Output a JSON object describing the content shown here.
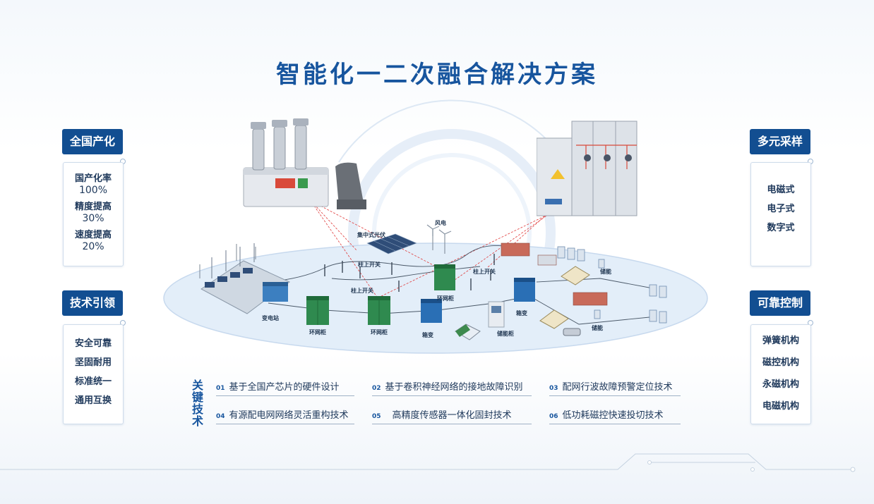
{
  "title": "智能化一二次融合解决方案",
  "left_panels": [
    {
      "tag": "全国产化",
      "items": [
        {
          "label": "国产化率",
          "value": "100%"
        },
        {
          "label": "精度提高",
          "value": "30%"
        },
        {
          "label": "速度提高",
          "value": "20%"
        }
      ]
    },
    {
      "tag": "技术引领",
      "items": [
        "安全可靠",
        "坚固耐用",
        "标准统一",
        "通用互换"
      ]
    }
  ],
  "right_panels": [
    {
      "tag": "多元采样",
      "items": [
        "电磁式",
        "电子式",
        "数字式"
      ]
    },
    {
      "tag": "可靠控制",
      "items": [
        "弹簧机构",
        "磁控机构",
        "永磁机构",
        "电磁机构"
      ]
    }
  ],
  "diagram_labels": {
    "substation": "变电站",
    "ring_main_1": "环网柜",
    "ring_main_2": "环网柜",
    "ring_main_3": "环网柜",
    "box_transformer_1": "箱变",
    "box_transformer_2": "箱变",
    "storage_cabinet": "储能柜",
    "storage_1": "储能",
    "storage_2": "储能",
    "pole_switch_1": "柱上开关",
    "pole_switch_2": "柱上开关",
    "pole_switch_3": "柱上开关",
    "solar": "集中式光伏",
    "wind": "风电"
  },
  "key_tech": {
    "heading": "关键技术",
    "items": [
      {
        "num": "01",
        "text": "基于全国产芯片的硬件设计"
      },
      {
        "num": "02",
        "text": "基于卷积神经网络的接地故障识别"
      },
      {
        "num": "03",
        "text": "配网行波故障预警定位技术"
      },
      {
        "num": "04",
        "text": "有源配电网网络灵活重构技术"
      },
      {
        "num": "05",
        "text": "高精度传感器一体化固封技术"
      },
      {
        "num": "06",
        "text": "低功耗磁控快速投切技术"
      }
    ]
  },
  "colors": {
    "brand": "#124e91",
    "title": "#17559e",
    "alert_line": "#e03a3a",
    "ellipse": "#e3eef9"
  }
}
